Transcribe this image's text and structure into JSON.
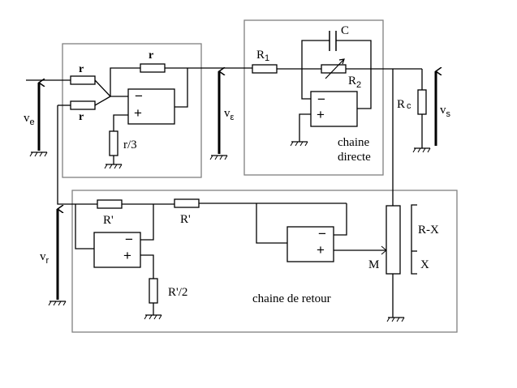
{
  "diagram": {
    "title": "Asservissement - schéma bloc électronique",
    "blocks": {
      "summing": {
        "label": ""
      },
      "direct": {
        "label_line1": "chaine",
        "label_line2": "directe"
      },
      "feedback": {
        "label": "chaine de retour"
      }
    },
    "components": {
      "r_input": "r",
      "r_feedback_input": "r",
      "r_top": "r",
      "r_third": "r/3",
      "R1": "R",
      "R1_sub": "1",
      "R2": "R",
      "R2_sub": "2",
      "C": "C",
      "Rc": "R",
      "Rc_sub": "c",
      "Rp1": "R'",
      "Rp2": "R'",
      "Rp_half": "R'/2",
      "pot_wiper": "M",
      "pot_upper": "R-X",
      "pot_lower": "X"
    },
    "voltages": {
      "ve": "v",
      "ve_sub": "e",
      "veps": "v",
      "veps_sub": "ε",
      "vs": "v",
      "vs_sub": "s",
      "vr": "v",
      "vr_sub": "r"
    },
    "opamp_signs": {
      "minus": "−",
      "plus": "+"
    }
  }
}
